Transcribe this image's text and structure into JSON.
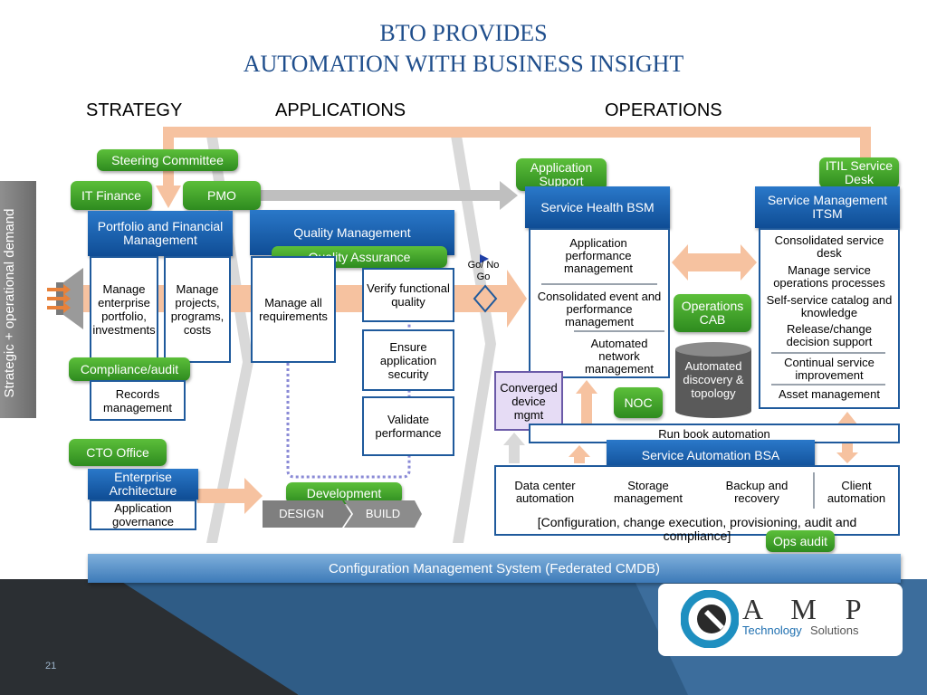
{
  "title_line1": "BTO PROVIDES",
  "title_line2": "AUTOMATION WITH BUSINESS INSIGHT",
  "columns": {
    "strategy": "STRATEGY",
    "applications": "APPLICATIONS",
    "operations": "OPERATIONS"
  },
  "side_label": "Strategic + operational demand",
  "strategy": {
    "steering": "Steering Committee",
    "it_finance": "IT Finance",
    "pmo": "PMO",
    "portfolio_header": "Portfolio and Financial Management",
    "manage_portfolio": "Manage enterprise portfolio, investments",
    "manage_projects": "Manage projects, programs, costs",
    "compliance": "Compliance/audit",
    "records": "Records management",
    "cto": "CTO  Office",
    "ea_header": "Enterprise Architecture",
    "app_gov": "Application governance"
  },
  "applications": {
    "qm_header": "Quality Management",
    "qa": "Quality Assurance",
    "manage_req": "Manage all requirements",
    "verify": "Verify functional quality",
    "ensure": "Ensure application security",
    "validate": "Validate performance",
    "development": "Development",
    "design": "DESIGN",
    "build": "BUILD",
    "go_nogo": "Go/ No Go"
  },
  "operations": {
    "app_support": "Application Support",
    "itil": "ITIL Service Desk",
    "shbsm_header": "Service Health BSM",
    "apm": "Application performance management",
    "event": "Consolidated event and performance management",
    "network": "Automated network management",
    "ops_cab": "Operations CAB",
    "discovery": "Automated discovery & topology",
    "noc": "NOC",
    "converged": "Converged device mgmt",
    "itsm_header": "Service Management  ITSM",
    "itsm_items": [
      "Consolidated service desk",
      "Manage service operations processes",
      "Self-service catalog and knowledge",
      "Release/change decision support",
      "Continual service improvement",
      "Asset management"
    ],
    "runbook": "Run book automation",
    "sabsm_header": "Service Automation BSA",
    "dc_auto": "Data center automation",
    "storage": "Storage management",
    "backup": "Backup and recovery",
    "client": "Client automation",
    "config_text": "[Configuration, change execution, provisioning, audit and compliance]",
    "ops_audit": "Ops audit"
  },
  "cmdb": "Configuration Management System (Federated CMDB)",
  "page_number": "21",
  "logo": {
    "letters": "A M P",
    "word1": "Technology",
    "word2": "Solutions"
  },
  "colors": {
    "title": "#1f4e8c",
    "green": "#3aa02a",
    "blue": "#1559a8",
    "arrow": "#f6c2a0",
    "gray_arrow": "#bfbfbf"
  }
}
